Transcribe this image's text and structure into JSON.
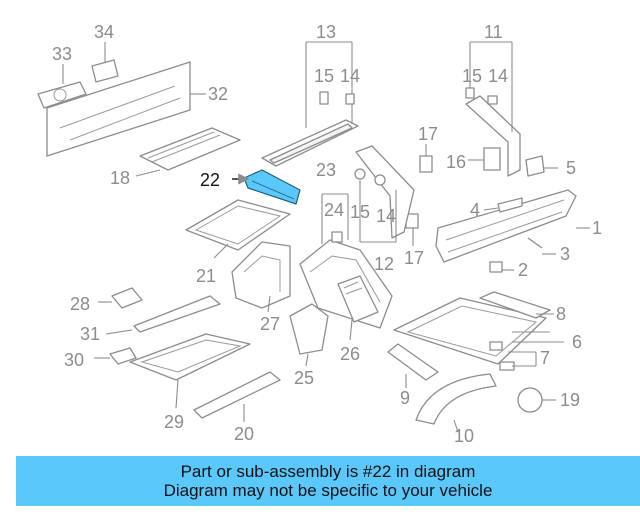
{
  "diagram": {
    "highlight_color": "#5ac8fa",
    "callouts": {
      "c1": "1",
      "c2": "2",
      "c3": "3",
      "c4": "4",
      "c5": "5",
      "c6": "6",
      "c7": "7",
      "c8": "8",
      "c9": "9",
      "c10": "10",
      "c11": "11",
      "c12": "12",
      "c13": "13",
      "c14a": "14",
      "c14b": "14",
      "c14c": "14",
      "c15a": "15",
      "c15b": "15",
      "c15c": "15",
      "c16": "16",
      "c17a": "17",
      "c17b": "17",
      "c18": "18",
      "c19": "19",
      "c20": "20",
      "c21": "21",
      "c22": "22",
      "c23": "23",
      "c24": "24",
      "c25": "25",
      "c26": "26",
      "c27": "27",
      "c28": "28",
      "c29": "29",
      "c30": "30",
      "c31": "31",
      "c32": "32",
      "c33": "33",
      "c34": "34"
    }
  },
  "banner": {
    "line1": "Part or sub-assembly is #22 in diagram",
    "line2": "Diagram may not be specific to your vehicle"
  }
}
